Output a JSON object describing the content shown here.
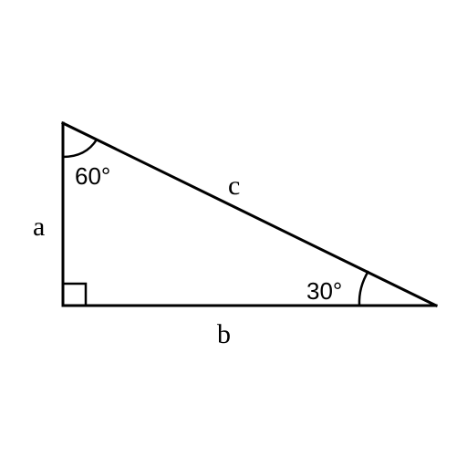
{
  "triangle": {
    "sides": {
      "a": "a",
      "b": "b",
      "c": "c"
    },
    "angles": {
      "top": "60°",
      "right": "30°"
    },
    "right_angle_marker": true,
    "stroke_color": "#000000",
    "background_color": "#ffffff"
  }
}
